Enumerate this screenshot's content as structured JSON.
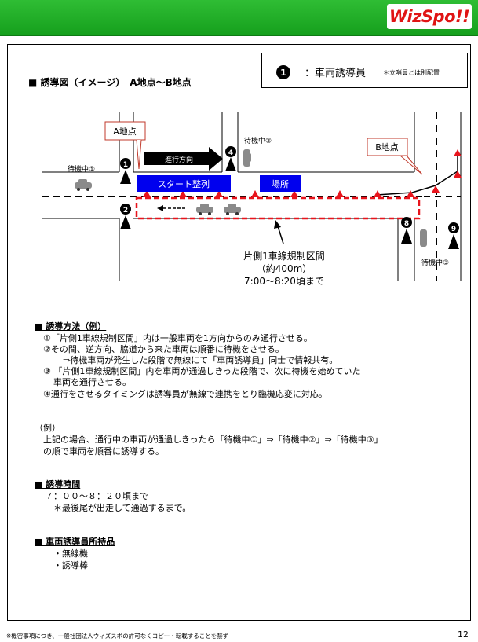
{
  "brand": {
    "logo_text": "WizSpo!!",
    "accent": "#16a01d",
    "logo_color": "#e01414"
  },
  "legend": {
    "badge": "1",
    "label": "：車両誘導員",
    "note": "＊立哨員とは別配置"
  },
  "diagram": {
    "title": "■ 誘導図（イメージ）　A地点～B地点",
    "point_a": "A地点",
    "point_b": "B地点",
    "direction": "進行方向",
    "start_line": "スタート整列",
    "place": "場所",
    "wait1": "待機中①",
    "wait2": "待機中②",
    "wait3": "待機中③",
    "zone_line1": "片側1車線規制区間",
    "zone_line2": "（約400m）",
    "zone_line3": "7:00～8:20頃まで",
    "guide_numbers": [
      "1",
      "2",
      "4",
      "8",
      "9"
    ],
    "cone_color": "#e8141c",
    "zone_color": "#e8141c",
    "banner_color": "#0000ee"
  },
  "method": {
    "heading": "■ 誘導方法（例）",
    "lines": [
      "①「片側1車線規制区間」内は一般車両を1方向からのみ通行させる。",
      "②その間、逆方向、脇道から来た車両は順番に待機をさせる。",
      "⇒待機車両が発生した段階で無線にて「車両誘導員」同士で情報共有。",
      "③ 「片側1車線規制区間」内を車両が通過しきった段階で、次に待機を始めていた",
      "車両を通行させる。",
      "④通行をさせるタイミングは誘導員が無線で連携をとり臨機応変に対応。"
    ]
  },
  "example": {
    "heading": "（例）",
    "lines": [
      "上記の場合、通行中の車両が通過しきったら「待機中①」⇒「待機中②」⇒「待機中③」",
      "の順で車両を順番に誘導する。"
    ]
  },
  "time": {
    "heading": "■ 誘導時間",
    "lines": [
      "７：００～８：２０頃まで",
      "＊最後尾が出走して通過するまで。"
    ]
  },
  "items": {
    "heading": "■ 車両誘導員所持品",
    "lines": [
      "・無線機",
      "・誘導棒"
    ]
  },
  "footer": {
    "note": "※機密事項につき、一般社団法人ウィズスポの許可なくコピー・転載することを禁ず",
    "page": "12"
  }
}
